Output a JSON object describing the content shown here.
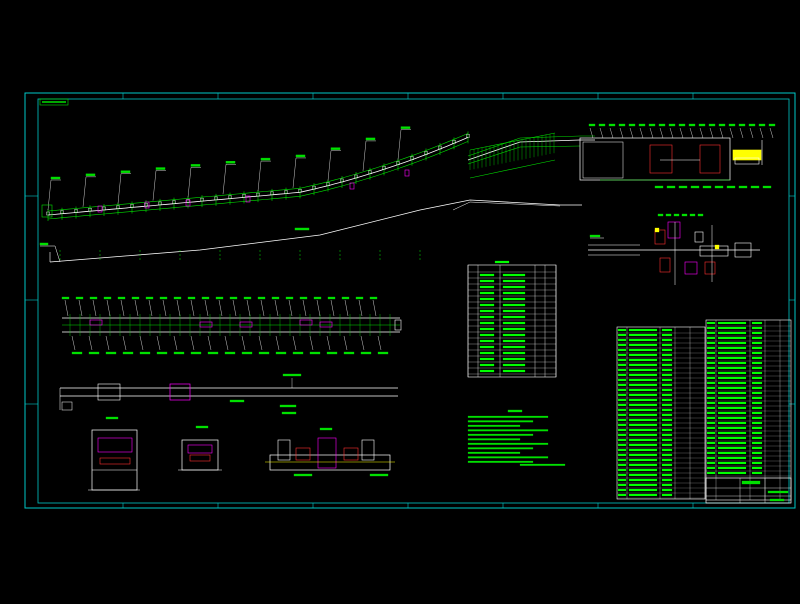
{
  "colors": {
    "background": "#000000",
    "frame": "#00c8c8",
    "line_green": "#00e000",
    "line_white": "#ffffff",
    "line_magenta": "#ff00ff",
    "line_red": "#ff3030",
    "line_yellow": "#ffff00",
    "table_fill": "#00ff00"
  },
  "drawing": {
    "views": [
      "conveyor-profile-view",
      "conveyor-elevation-view",
      "conveyor-plan-view",
      "drive-head-plan-view",
      "conveyor-side-view",
      "idler-section-view",
      "tail-section-view",
      "drive-unit-view",
      "components-table",
      "technical-notes",
      "bill-of-materials",
      "title-block"
    ]
  }
}
